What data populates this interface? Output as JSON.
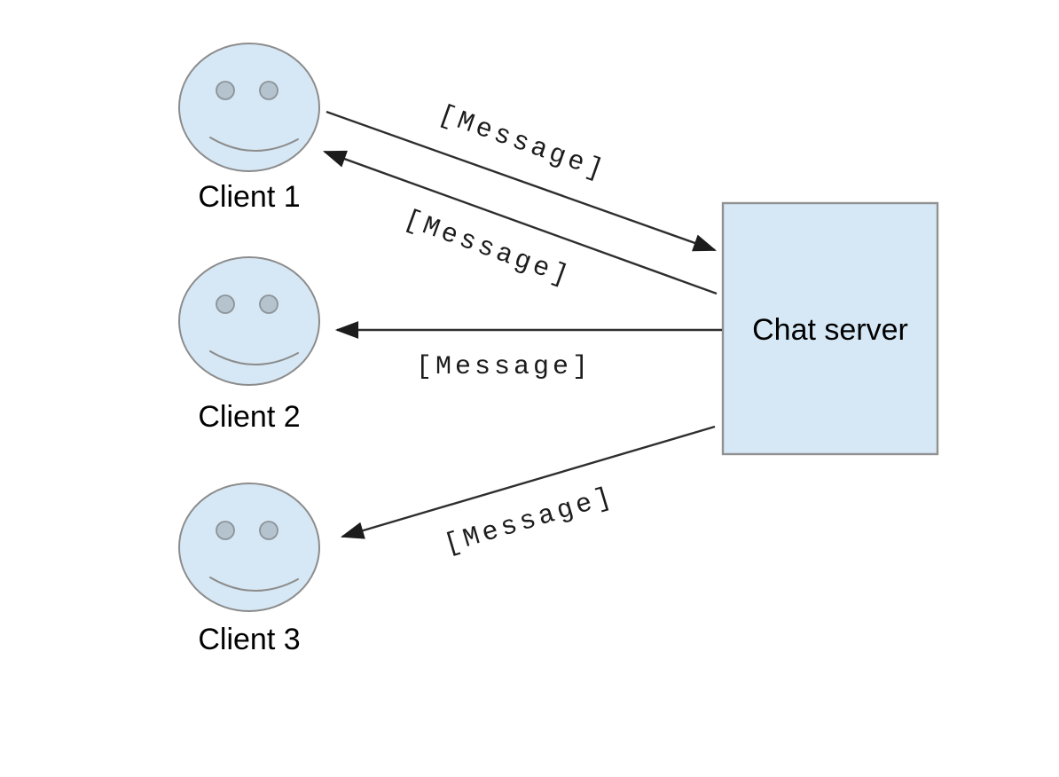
{
  "diagram": {
    "type": "architecture-diagram",
    "server": {
      "label": "Chat server"
    },
    "clients": [
      {
        "label": "Client 1"
      },
      {
        "label": "Client 2"
      },
      {
        "label": "Client 3"
      }
    ],
    "arrows": [
      {
        "from": "Client 1",
        "to": "Chat server",
        "label": "[Message]"
      },
      {
        "from": "Chat server",
        "to": "Client 1",
        "label": "[Message]"
      },
      {
        "from": "Chat server",
        "to": "Client 2",
        "label": "[Message]"
      },
      {
        "from": "Chat server",
        "to": "Client 3",
        "label": "[Message]"
      }
    ],
    "colors": {
      "background": "#ffffff",
      "node_fill": "#d6e8f5",
      "node_stroke": "#8c8c8c",
      "eye_fill": "#b4c3ce",
      "eye_stroke": "#8c9399",
      "arrow": "#2e2e2e",
      "text": "#000000"
    }
  }
}
